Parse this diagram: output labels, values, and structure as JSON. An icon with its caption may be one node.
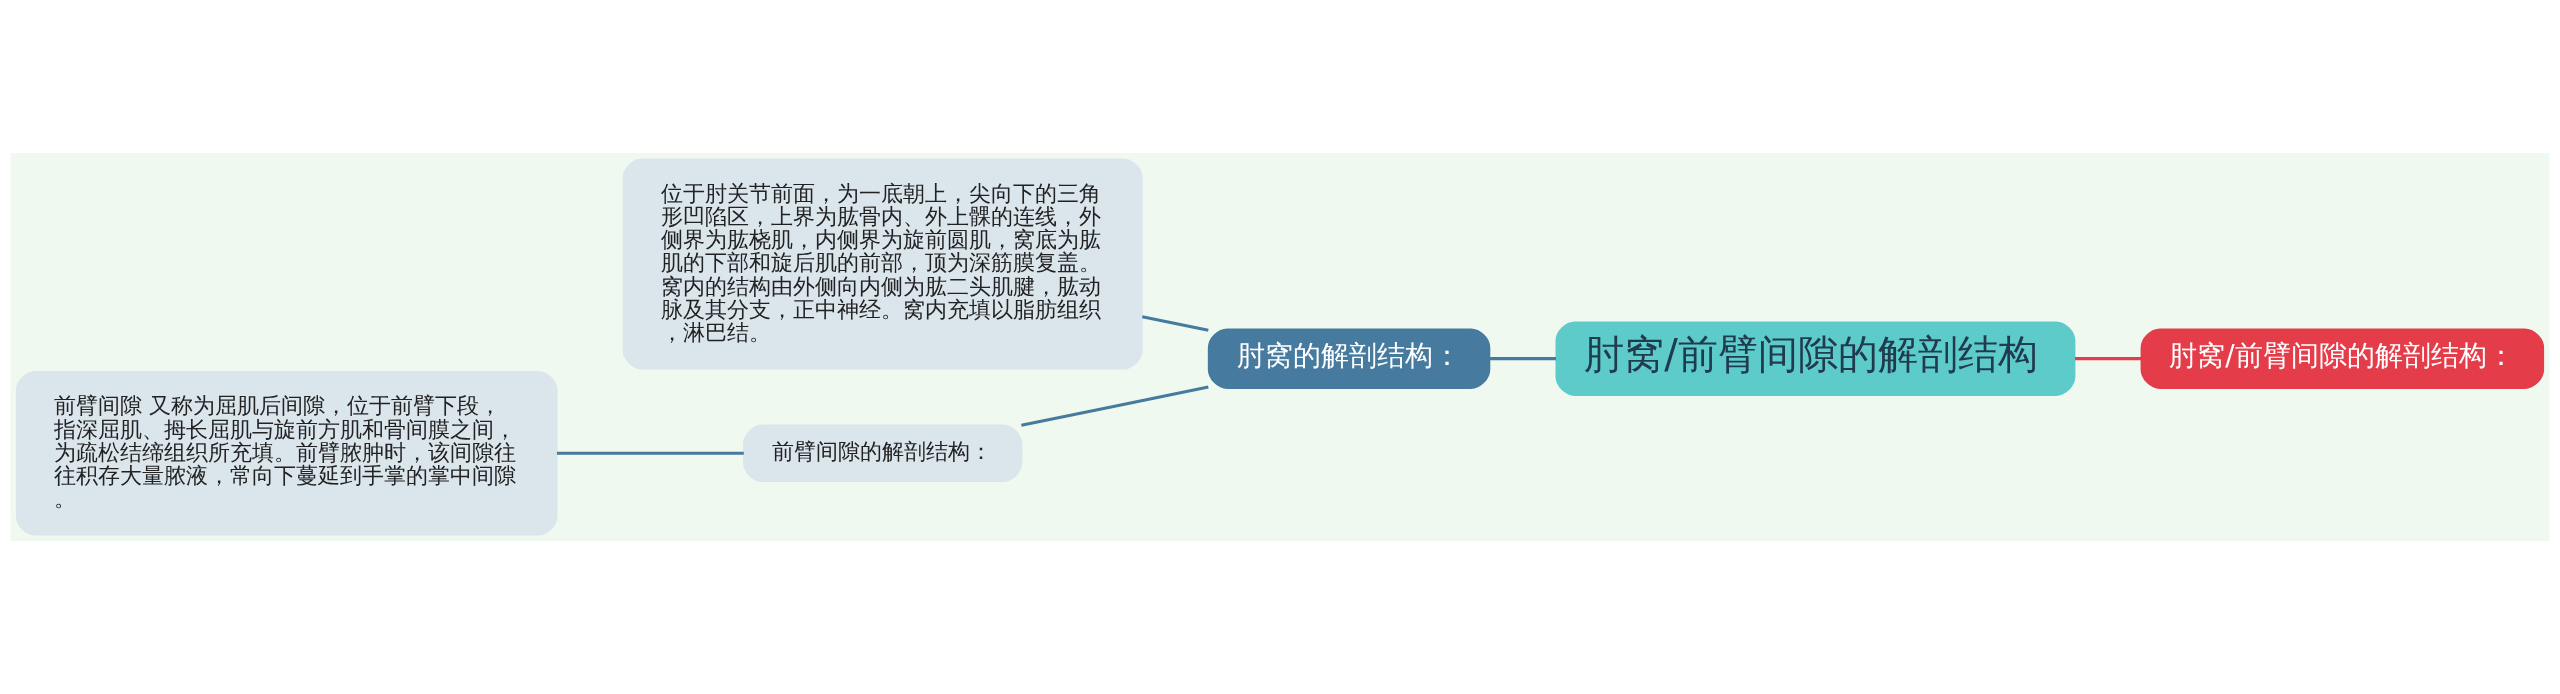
{
  "diagram": {
    "nodes": [
      {
        "text": [
          "肘窝/前臂间隙的解剖结构"
        ]
      },
      {
        "text": [
          "肘窝的解剖结构："
        ]
      },
      {
        "text": [
          "位于肘关节前面，为一底朝上，尖向下的三角形凹陷区，上界为肱骨内、外上髁的连线，外侧界为肱桡肌，内侧界为旋前圆肌，窝底为肱肌的下部和旋后肌的前部，顶为深筋膜复盖。窝内的结构由外侧向内侧为肱二头肌腱，肱动脉及其分支，正中神经。窝内充填以脂肪组织，淋巴结。"
        ]
      },
      {
        "text": [
          "前臂间隙的解剖结构："
        ]
      },
      {
        "text": [
          "前臂间隙 又称为屈肌后间隙，位于前臂下段，指深屈肌、拇长屈肌与旋前方肌和骨间膜之间，为疏松结缔组织所充填。前臂脓肿时，该间隙往往积存大量脓液，常向下蔓延到手掌的掌中间隙。"
        ]
      },
      {
        "text": [
          "肘窝/前臂间隙的解剖结构："
        ]
      }
    ],
    "edges": [
      {
        "from": 0,
        "to": 1,
        "arrow": "none"
      },
      {
        "from": 1,
        "to": 2,
        "arrow": "none"
      },
      {
        "from": 1,
        "to": 3,
        "arrow": "none"
      },
      {
        "from": 3,
        "to": 4,
        "arrow": "none"
      },
      {
        "from": 0,
        "to": 5,
        "arrow": "none",
        "color": "#e53c4a"
      }
    ]
  }
}
